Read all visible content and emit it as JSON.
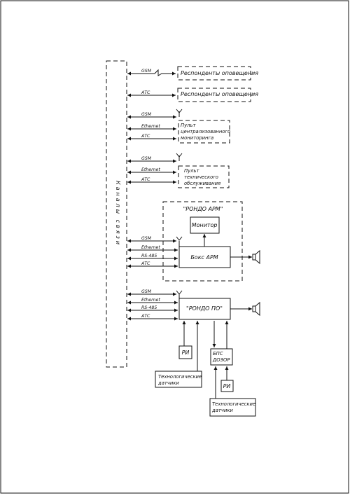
{
  "channels_title": "Каналы связи",
  "links": {
    "gsm": "GSM",
    "atc": "АТС",
    "ethernet": "Ethernet",
    "rs485": "RS-485"
  },
  "blocks": {
    "respondents": "Респонденты оповещения",
    "central_monitoring": [
      "Пульт",
      "централизованного",
      "мониторинга"
    ],
    "tech_service": [
      "Пульт",
      "технического",
      "обслуживания"
    ],
    "rondo_arm_group": "\"РОНДО АРМ\"",
    "monitor": "Монитор",
    "box_arm": "Бокс АРМ",
    "rondo_po": "\"РОНДО ПО\"",
    "ri": "РИ",
    "bps_dozor": [
      "БПС",
      "ДОЗОР"
    ],
    "tech_sensors": [
      "Технологические",
      "датчики"
    ]
  }
}
